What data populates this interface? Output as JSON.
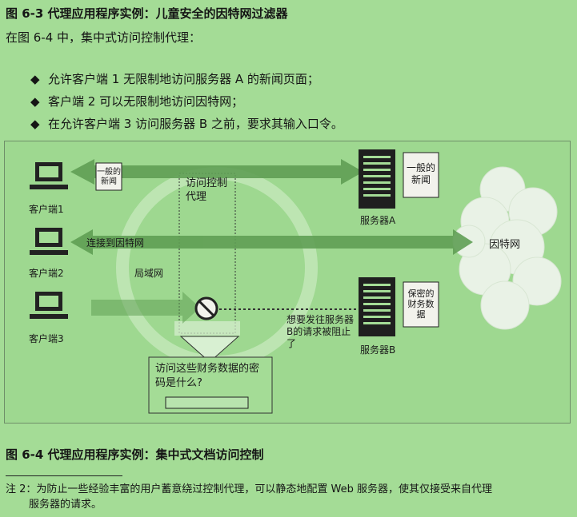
{
  "figure_title": "图 6-3   代理应用程序实例：儿童安全的因特网过滤器",
  "intro": "在图 6-4 中，集中式访问控制代理：",
  "bullets": [
    "允许客户端 1 无限制地访问服务器 A 的新闻页面；",
    "客户端 2 可以无限制地访问因特网；",
    "在允许客户端 3 访问服务器 B 之前，要求其输入口令。"
  ],
  "bullet_symbol": "◆",
  "diagram": {
    "clients": [
      "客户端1",
      "客户端2",
      "客户端3"
    ],
    "proxy_label": "访问控制代理",
    "lan_label": "局域网",
    "server_a": "服务器A",
    "server_b": "服务器B",
    "internet": "因特网",
    "connect_label": "连接到因特网",
    "doc_general_small": "一般的新闻",
    "doc_general_large": "一般的新闻",
    "doc_confidential": "保密的财务数据",
    "blocked_note": "想要发往服务器B的请求被阻止了",
    "password_prompt": "访问这些财务数据的密码是什么?",
    "colors": {
      "arrow": "#5f9f54",
      "ring": "#c2e8b8",
      "cloud": "#e9f2e6",
      "background": "#9ed890"
    }
  },
  "figure_caption": "图 6-4   代理应用程序实例：集中式文档访问控制",
  "footnote_line1": "注 2：为防止一些经验丰富的用户蓄意绕过控制代理，可以静态地配置 Web 服务器，使其仅接受来自代理",
  "footnote_line2": "服务器的请求。"
}
